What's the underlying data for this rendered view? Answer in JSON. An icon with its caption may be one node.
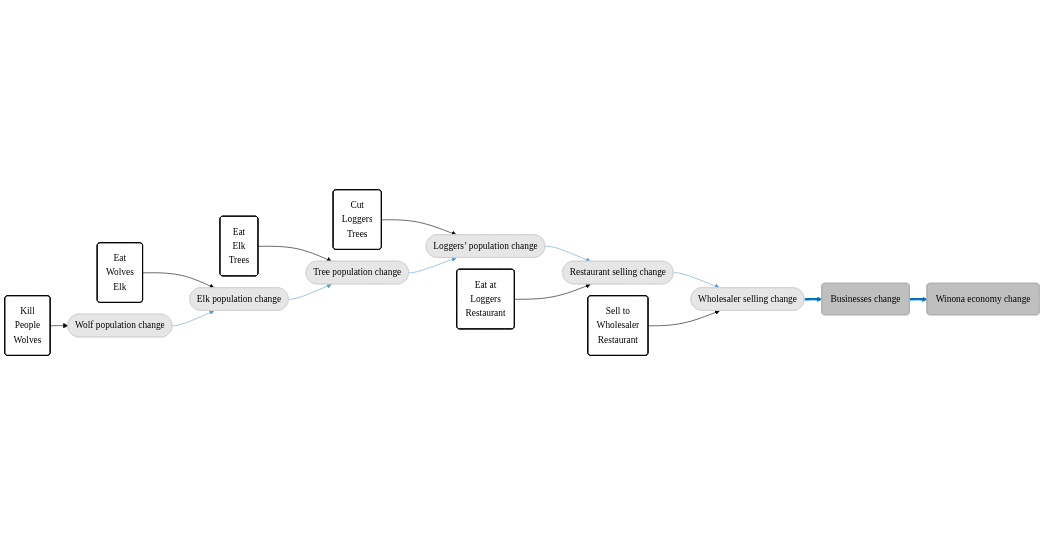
{
  "diagram": {
    "nodes": [
      {
        "text": [
          "Kill",
          "People",
          "Wolves"
        ]
      },
      {
        "text": [
          "Eat",
          "Wolves",
          "Elk"
        ]
      },
      {
        "text": [
          "Eat",
          "Elk",
          "Trees"
        ]
      },
      {
        "text": [
          "Cut",
          "Loggers",
          "Trees"
        ]
      },
      {
        "text": [
          "Wolf population change"
        ]
      },
      {
        "text": [
          "Elk population change"
        ]
      },
      {
        "text": [
          "Tree population change"
        ]
      },
      {
        "text": [
          "Loggers’ population change"
        ]
      },
      {
        "text": [
          "Winona economy change"
        ]
      },
      {
        "text": [
          "Businesses change"
        ]
      },
      {
        "text": [
          "Wholesaler selling change"
        ]
      },
      {
        "text": [
          "Restaurant selling change"
        ]
      },
      {
        "text": [
          "Sell to",
          "Wholesaler",
          "Restaurant"
        ]
      },
      {
        "text": [
          "Eat at",
          "Loggers",
          "Restaurant"
        ]
      }
    ],
    "edges": [
      {
        "from": 0,
        "to": 4,
        "arrow": "to"
      },
      {
        "from": 1,
        "to": 5,
        "arrow": "to"
      },
      {
        "from": 2,
        "to": 6,
        "arrow": "to"
      },
      {
        "from": 3,
        "to": 7,
        "arrow": "to"
      },
      {
        "from": 4,
        "to": 5,
        "arrow": "to",
        "color": "#5b9bd5"
      },
      {
        "from": 5,
        "to": 6,
        "arrow": "to",
        "color": "#5b9bd5"
      },
      {
        "from": 6,
        "to": 7,
        "arrow": "to",
        "color": "#5b9bd5"
      },
      {
        "from": 7,
        "to": 11,
        "arrow": "to",
        "color": "#5b9bd5"
      },
      {
        "from": 11,
        "to": 10,
        "arrow": "to",
        "color": "#5b9bd5"
      },
      {
        "from": 10,
        "to": 9,
        "arrow": "to",
        "style": "thick",
        "color": "#0070c0"
      },
      {
        "from": 9,
        "to": 8,
        "arrow": "to",
        "style": "thick",
        "color": "#0070c0"
      },
      {
        "from": 12,
        "to": 10,
        "arrow": "to"
      },
      {
        "from": 13,
        "to": 11,
        "arrow": "to"
      }
    ]
  }
}
